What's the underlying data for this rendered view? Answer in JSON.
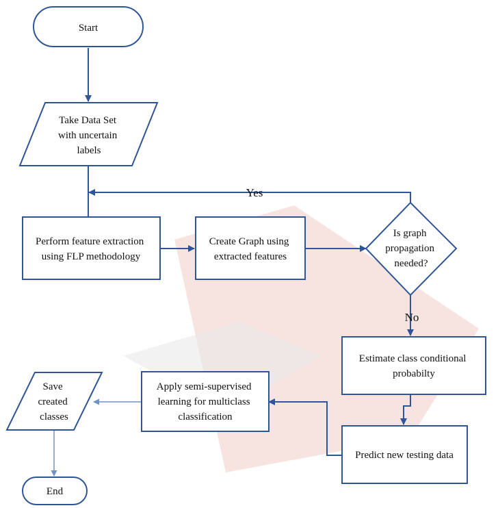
{
  "flowchart": {
    "start": "Start",
    "take_data": [
      "Take Data Set",
      "with uncertain",
      "labels"
    ],
    "feature_extraction": [
      "Perform feature extraction",
      "using FLP methodology"
    ],
    "create_graph": [
      "Create Graph using",
      "extracted features"
    ],
    "decision": [
      "Is graph",
      "propagation",
      "needed?"
    ],
    "yes_label": "Yes",
    "no_label": "No",
    "estimate": [
      "Estimate class conditional",
      "probabilty"
    ],
    "predict": "Predict new testing data",
    "apply_ssl": [
      "Apply semi-supervised",
      "learning for multiclass",
      "classification"
    ],
    "save": [
      "Save",
      "created",
      "classes"
    ],
    "end": "End"
  },
  "colors": {
    "border": "#2f5597",
    "watermark": "#f4dbd6"
  }
}
